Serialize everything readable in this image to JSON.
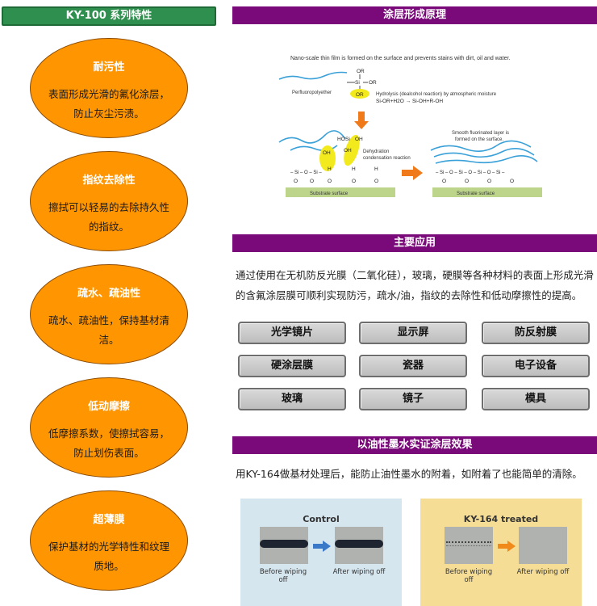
{
  "left": {
    "header": "KY-100 系列特性",
    "features": [
      {
        "title": "耐污性",
        "desc": "表面形成光滑的氟化涂层，防止灰尘污渍。"
      },
      {
        "title": "指纹去除性",
        "desc": "擦拭可以轻易的去除持久性的指纹。"
      },
      {
        "title": "疏水、疏油性",
        "desc": "疏水、疏油性，保持基材清洁。"
      },
      {
        "title": "低动摩擦",
        "desc": "低摩擦系数，使擦拭容易，防止划伤表面。"
      },
      {
        "title": "超薄膜",
        "desc": "保护基材的光学特性和纹理质地。"
      }
    ]
  },
  "principle": {
    "header": "涂层形成原理",
    "caption_top": "Nano-scale thin film is formed on the surface and prevents stains with dirt, oil and water.",
    "perfluoro_label": "Perfluoropolyether",
    "hydrolysis_label": "Hydrolysis (dealcohol reaction) by atmospheric moisture",
    "hydrolysis_eq": "Si-OR+H2O → Si-OH+R-OH",
    "dehydration_label_1": "Dehydration",
    "dehydration_label_2": "condensation reaction",
    "smooth_label_1": "Smooth fluorinated layer is",
    "smooth_label_2": "formed on the surface.",
    "substrate_label": "Substrate surface",
    "or_label": "OR",
    "si_label": "Si",
    "o_label": "O",
    "oh_label": "OH",
    "h_label": "H",
    "ho_label": "HO"
  },
  "applications": {
    "header": "主要应用",
    "text": "通过使用在无机防反光膜（二氧化硅），玻璃，硬膜等各种材料的表面上形成光滑的含氟涂层膜可顺利实现防污，疏水/油，指纹的去除性和低动摩擦性的提高。",
    "buttons": [
      "光学镜片",
      "显示屏",
      "防反射膜",
      "硬涂层膜",
      "瓷器",
      "电子设备",
      "玻璃",
      "镜子",
      "模具"
    ]
  },
  "ink": {
    "header": "以油性墨水实证涂层效果",
    "text": "用KY-164做基材处理后，能防止油性墨水的附着，如附着了也能简单的清除。",
    "control": {
      "title": "Control",
      "before": "Before wiping off",
      "after": "After wiping off"
    },
    "treated": {
      "title": "KY-164 treated",
      "before": "Before wiping off",
      "after": "After wiping off"
    }
  }
}
